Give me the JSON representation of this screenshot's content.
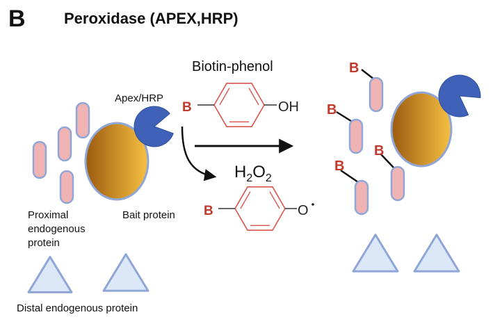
{
  "panel": {
    "letter": "B",
    "title": "Peroxidase (APEX,HRP)"
  },
  "labels": {
    "reagent": "Biotin-phenol",
    "enzyme": "Apex/HRP",
    "proximal": "Proximal\nendogenous\nprotein",
    "bait": "Bait protein",
    "distal": "Distal endogenous protein",
    "oxidant": "H2O2"
  },
  "molecule": {
    "tag": "B",
    "group_oh": "OH",
    "group_radical": "O"
  },
  "colors": {
    "tag_red": "#c0392b",
    "ring_red": "#d9534f",
    "pill_fill": "#f0b4b4",
    "pill_stroke": "#8fa6d6",
    "bait_dark": "#9c5b0f",
    "bait_light": "#f6c043",
    "enzyme_blue": "#3f62b8",
    "triangle_fill": "#dce8f7",
    "triangle_stroke": "#8fa6d6",
    "arrow": "#111111"
  }
}
